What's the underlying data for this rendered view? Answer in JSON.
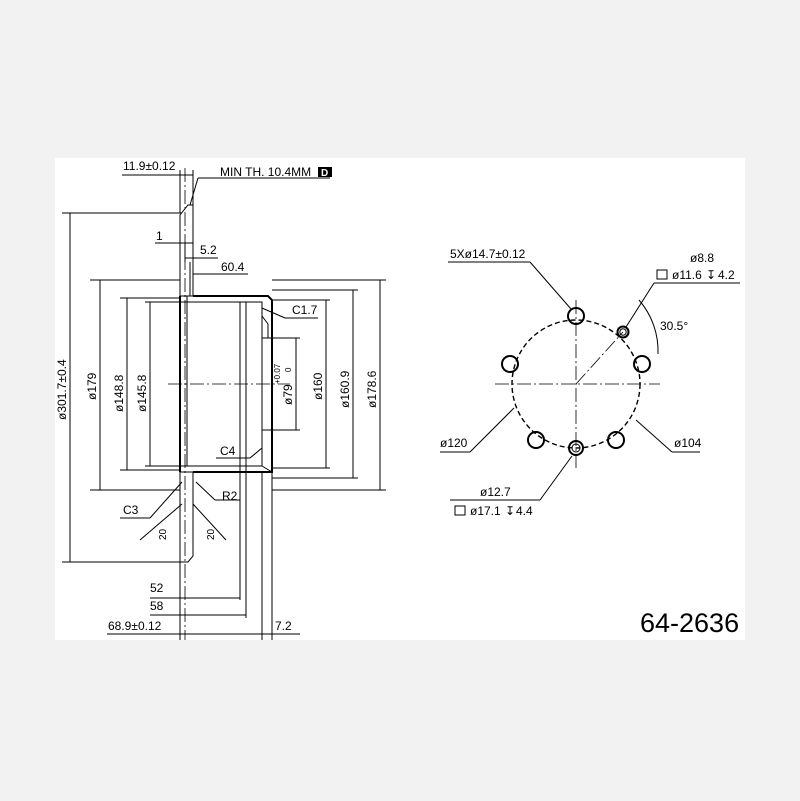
{
  "part_number": "64-2636",
  "dims": {
    "flange_thickness": "11.9±0.12",
    "min_thickness": "MIN TH. 10.4MM",
    "min_thickness_symbol": "D",
    "step_1": "1",
    "step_52_small": "5.2",
    "hat_depth": "60.4",
    "chamfer_c17": "C1.7",
    "outer_diameter": "ø301.7±0.4",
    "dia_179": "ø179",
    "dia_1488": "ø148.8",
    "dia_1458": "ø145.8",
    "dia_79": "ø79",
    "dia_79_tol_upper": "+0.07",
    "dia_79_tol_lower": "0",
    "dia_160": "ø160",
    "dia_1609": "ø160.9",
    "dia_1786": "ø178.6",
    "chamfer_c4": "C4",
    "chamfer_c3": "C3",
    "radius_r2": "R2",
    "angle_left": "20",
    "angle_right": "20",
    "len_52": "52",
    "len_58": "58",
    "total_height": "68.9±0.12",
    "len_72": "7.2",
    "bolt_holes": "5Xø14.7±0.12",
    "hole_88": "ø8.8",
    "counterbore_116_dia": "ø11.6",
    "counterbore_116_depth": "4.2",
    "angle_305": "30.5°",
    "pcd_120": "ø120",
    "pcd_104": "ø104",
    "hole_127": "ø12.7",
    "counterbore_171_dia": "ø17.1",
    "counterbore_171_depth": "4.4"
  }
}
